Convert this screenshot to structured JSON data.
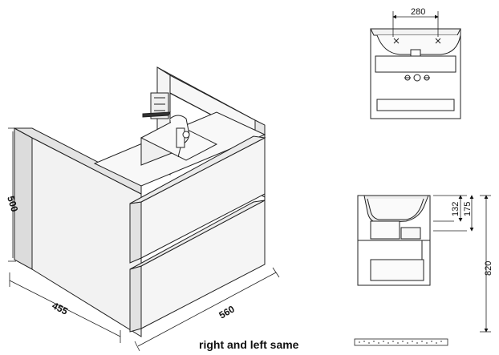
{
  "dimensions": {
    "depth": "455",
    "width": "560",
    "height": "500",
    "top_width": "280",
    "basin_depth": "132",
    "basin_total": "175",
    "mount_height": "820"
  },
  "note": "right and left same"
}
